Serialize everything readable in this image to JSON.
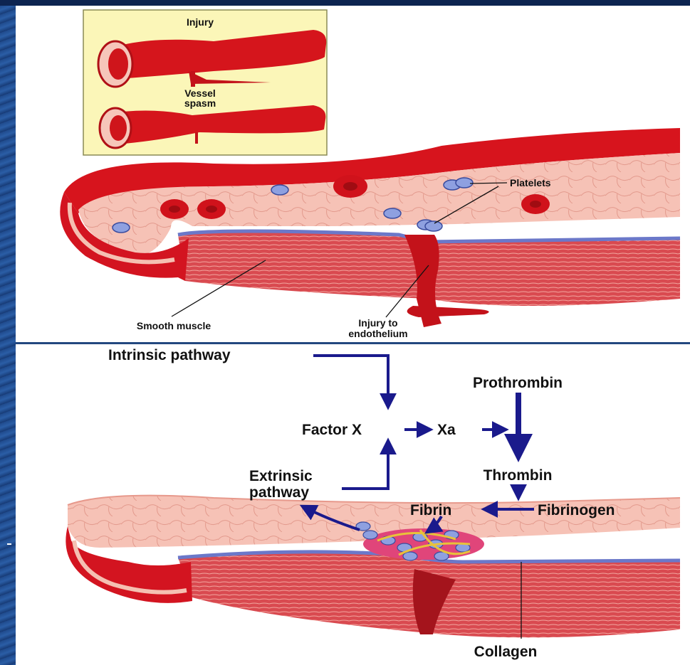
{
  "top_diagram": {
    "inset": {
      "injury": "Injury",
      "vessel_line1": "Vessel",
      "vessel_line2": "spasm"
    },
    "platelets": "Platelets",
    "smooth_muscle": "Smooth muscle",
    "injury_line1": "Injury to",
    "injury_line2": "endothelium"
  },
  "bottom_diagram": {
    "intrinsic": "Intrinsic pathway",
    "prothrombin": "Prothrombin",
    "factor_x": "Factor X",
    "xa": "Xa",
    "extrinsic_line1": "Extrinsic",
    "extrinsic_line2": "pathway",
    "thrombin": "Thrombin",
    "fibrin": "Fibrin",
    "fibrinogen": "Fibrinogen",
    "collagen": "Collagen"
  },
  "colors": {
    "arrow_blue": "#1a1a8c",
    "arrow_red_edge": "#c8202a",
    "blood_red": "#cc1016",
    "vessel_wall": "#f2b4a8",
    "muscle": "#d8484e",
    "inset_bg": "#fbf6b8"
  }
}
